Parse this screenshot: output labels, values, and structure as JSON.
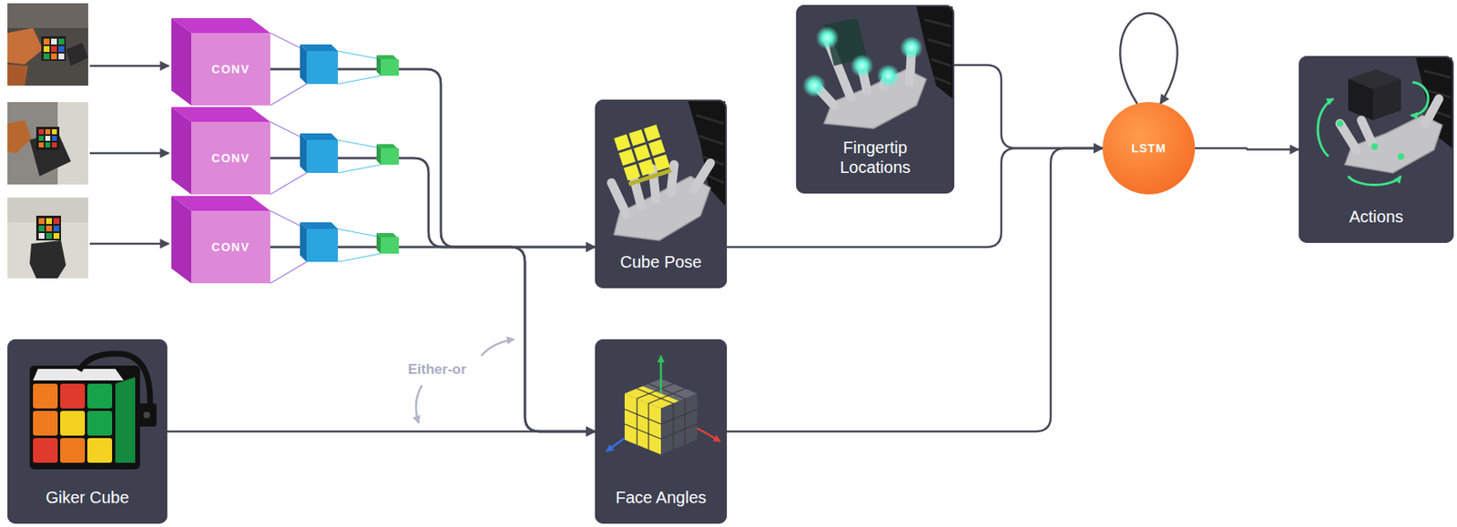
{
  "diagram": {
    "nodes": [
      {
        "text": [
          "CONV"
        ]
      },
      {
        "text": [
          "CONV"
        ]
      },
      {
        "text": [
          "CONV"
        ]
      },
      {
        "text": [
          "Cube Pose"
        ]
      },
      {
        "text": [
          "Fingertip Locations"
        ]
      },
      {
        "text": [
          "LSTM"
        ]
      },
      {
        "text": [
          "Actions"
        ]
      },
      {
        "text": [
          "Giker Cube"
        ]
      },
      {
        "text": [
          "Face Angles"
        ]
      }
    ],
    "edges": [
      {
        "from": 0,
        "to": 3,
        "arrow": "to"
      },
      {
        "from": 1,
        "to": 3,
        "arrow": "to"
      },
      {
        "from": 2,
        "to": 3,
        "arrow": "to"
      },
      {
        "from": 0,
        "to": 8,
        "arrow": "to"
      },
      {
        "from": 1,
        "to": 8,
        "arrow": "to"
      },
      {
        "from": 2,
        "to": 8,
        "arrow": "to"
      },
      {
        "from": 7,
        "to": 8,
        "arrow": "to"
      },
      {
        "from": 4,
        "to": 5,
        "arrow": "to"
      },
      {
        "from": 3,
        "to": 5,
        "arrow": "to"
      },
      {
        "from": 8,
        "to": 5,
        "arrow": "to"
      },
      {
        "from": 5,
        "to": 5,
        "arrow": "to"
      },
      {
        "from": 5,
        "to": 6,
        "arrow": "to"
      }
    ],
    "labels": [
      "Either-or"
    ]
  }
}
